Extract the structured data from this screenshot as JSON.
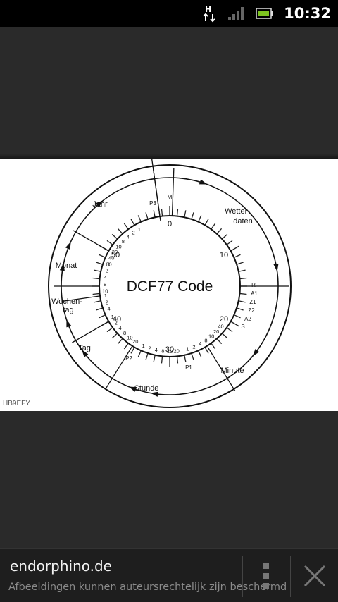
{
  "status_bar": {
    "network": "H",
    "time": "10:32"
  },
  "image": {
    "title": "DCF77 Code",
    "credit": "HB9EFY",
    "outer_labels": [
      "Jahr",
      "Wetter-",
      "daten",
      "Monat",
      "Wochen-",
      "tag",
      "Tag",
      "Stunde",
      "Minute"
    ],
    "main_numbers": [
      "0",
      "10",
      "20",
      "30",
      "40",
      "50"
    ],
    "markers": [
      "M",
      "R",
      "A1",
      "Z1",
      "Z2",
      "A2",
      "S",
      "P1",
      "P2",
      "P3"
    ],
    "bit_weights": [
      "1",
      "2",
      "4",
      "8",
      "10",
      "20",
      "40",
      "80"
    ]
  },
  "footer": {
    "site": "endorphino.de",
    "notice": "Afbeeldingen kunnen auteursrechtelijk zijn beschermd"
  },
  "icons": {
    "signal": "signal-bars-icon",
    "battery": "battery-icon",
    "data": "data-transfer-icon",
    "menu": "overflow-menu-icon",
    "close": "close-icon"
  }
}
